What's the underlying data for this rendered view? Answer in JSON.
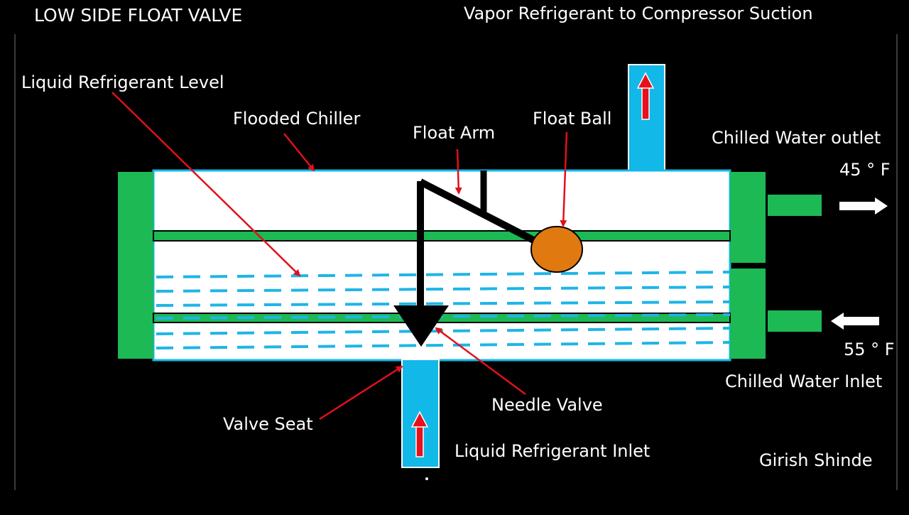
{
  "title": "LOW SIDE FLOAT VALVE",
  "labels": {
    "vapor_outlet": "Vapor Refrigerant to Compressor Suction",
    "liquid_level": "Liquid Refrigerant Level",
    "flooded_chiller": "Flooded Chiller",
    "float_arm": "Float Arm",
    "float_ball": "Float Ball",
    "chilled_water_outlet": "Chilled Water outlet",
    "outlet_temp": "45 ° F",
    "inlet_temp": "55 ° F",
    "chilled_water_inlet": "Chilled Water Inlet",
    "needle_valve": "Needle Valve",
    "valve_seat": "Valve Seat",
    "liquid_inlet": "Liquid Refrigerant Inlet",
    "author": "Girish Shinde"
  },
  "colors": {
    "background": "#000000",
    "shell_green": "#1db954",
    "pipe_blue": "#12b8e8",
    "liquid_dash": "#1fb5e6",
    "float_ball": "#e07a10",
    "leader_red": "#e0101c",
    "arrow_red": "#e8101c",
    "text": "#ffffff"
  }
}
